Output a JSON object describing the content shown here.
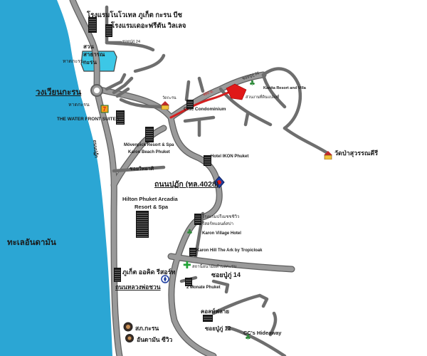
{
  "colors": {
    "sea": "#2ba6d4",
    "sand": "#ffffff",
    "road": "#8c8c8c",
    "road_edge": "#5f5f5f",
    "lagoon": "#3cc7e6",
    "red_road": "#d42020",
    "red_plot": "#e01818"
  },
  "labels": {
    "hotel_novotel": "โรงแรมโนโวเทล ภูเก็ต กะรน บีช",
    "hotel_sheraton": "โรงแรมเดอะฟรีตัน วิลเลจ",
    "soi_24_top": "ซอยปู่ภู่ 24",
    "park": "สวนสาธารณ กะรน",
    "karon_beach_top": "หาดกะรน",
    "soi_26": "ซอยปู่ภู่ 26",
    "kanita": "Kanita Resort and Villa",
    "wat_top": "วัดกะรน",
    "plot_thai": "ส่วนงานที่ดินแปลงที่",
    "plot_area": "480 ม.",
    "circle": "วงเวียนกะรน",
    "karon_beach_mid": "หาดกะรน",
    "chic": "Chic Condominium",
    "water_front": "THE WATER FRONT SUITES",
    "road_patak": "ถนนปฏัก",
    "movenpick": "Mövenpick Resort & Spa",
    "movenpick2": "Karon Beach Phuket",
    "wat_suwan": "วัดป่าสุวรรณคีรี",
    "soi_wit": "ซอยวิทยาศิ",
    "ikon": "Hotel IKON Phuket",
    "road_main": "ถนนปฏัก (ทล.4028)",
    "hilton1": "Hilton Phuket Arcadia",
    "hilton2": "Resort & Spa",
    "sea": "ทะเลอันดามัน",
    "karon_palace": "โรงแรมปรีเมชชชิวิว",
    "karon_palace2": "รีสอร์ทแอนด์สปา",
    "karon_village": "Karon Village Hotel",
    "karon_hill": "Karon Hill The Ark by Tropicloak",
    "phuket_orchid": "ภูเก็ต ออคิด รีสอร์ท",
    "health": "สถานีอนามัยตำบลกะรน",
    "soi_14": "ซอยปู่ภู่ 14",
    "soi_luang": "ถนนหลวงพ่อชวน",
    "monate": "2 Monate Phuket",
    "karon_temple_area": "คอลท์ฟลาย",
    "soi_12": "ซอยปู่ภู่ 12",
    "post": "สภ.กะรน",
    "cc_hideaway": "CC's Hideaway",
    "andaman": "อันดามัน ซีวิว"
  }
}
